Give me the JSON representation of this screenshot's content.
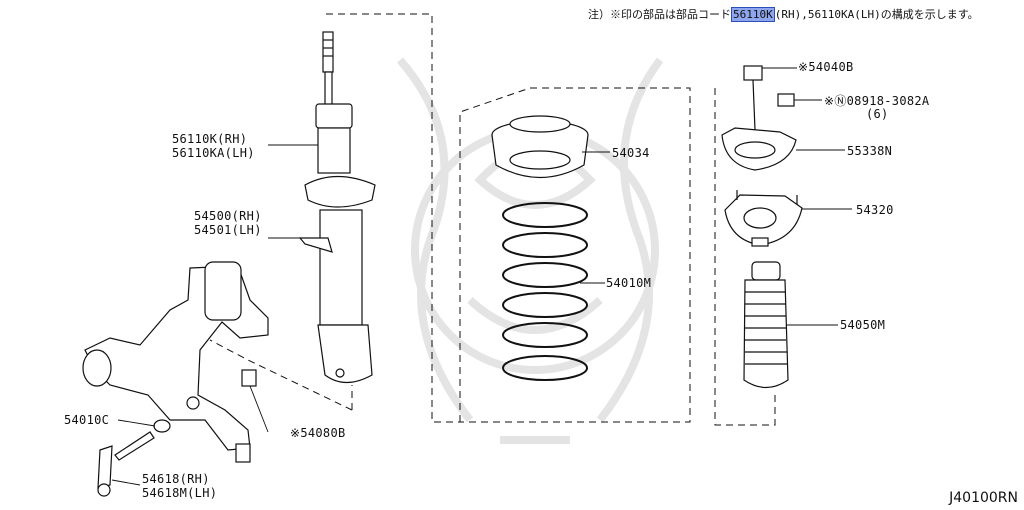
{
  "note": {
    "prefix": "注）※印の部品は部品コード",
    "highlight": "56110K",
    "suffix": "(RH),56110KA(LH)の構成を示します。"
  },
  "labels": {
    "shock_rh": "56110K(RH)",
    "shock_lh": "56110KA(LH)",
    "knuckle_rh": "54500(RH)",
    "knuckle_lh": "54501(LH)",
    "seat": "54034",
    "spring": "54010M",
    "nut_top": "※54040B",
    "bolt_code": "※Ⓝ08918-3082A",
    "bolt_qty": "(6)",
    "plate": "55338N",
    "mount": "54320",
    "bump": "54050M",
    "lower_nut": "※54080B",
    "washer": "54010C",
    "link_rh": "54618(RH)",
    "link_lh": "54618M(LH)"
  },
  "diagram_ref": "J40100RN",
  "colors": {
    "highlight_fill": "#8ea6ee",
    "highlight_border": "#2d4fb5",
    "line": "#111111",
    "watermark": "#e6e6e6"
  }
}
